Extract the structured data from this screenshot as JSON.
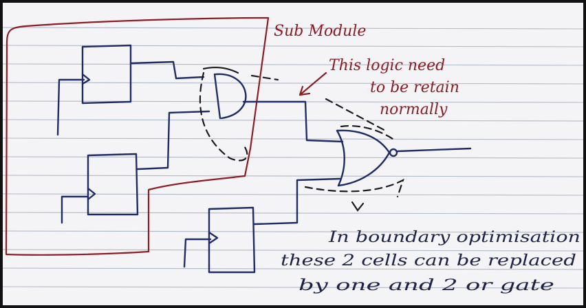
{
  "labels": {
    "sub_module": "Sub Module",
    "logic_note_line1": "This logic need",
    "logic_note_line2": "to be retain",
    "logic_note_line3": "normally",
    "boundary_line1": "In boundary optimisation",
    "boundary_line2": "these 2 cells can be replaced",
    "boundary_line3": "by one and 2 or gate"
  },
  "colors": {
    "blue_ink": "#1f2c63",
    "red_ink": "#8c1c24",
    "paper": "#f4f4f6",
    "ruled_line": "#9aa3b5"
  }
}
